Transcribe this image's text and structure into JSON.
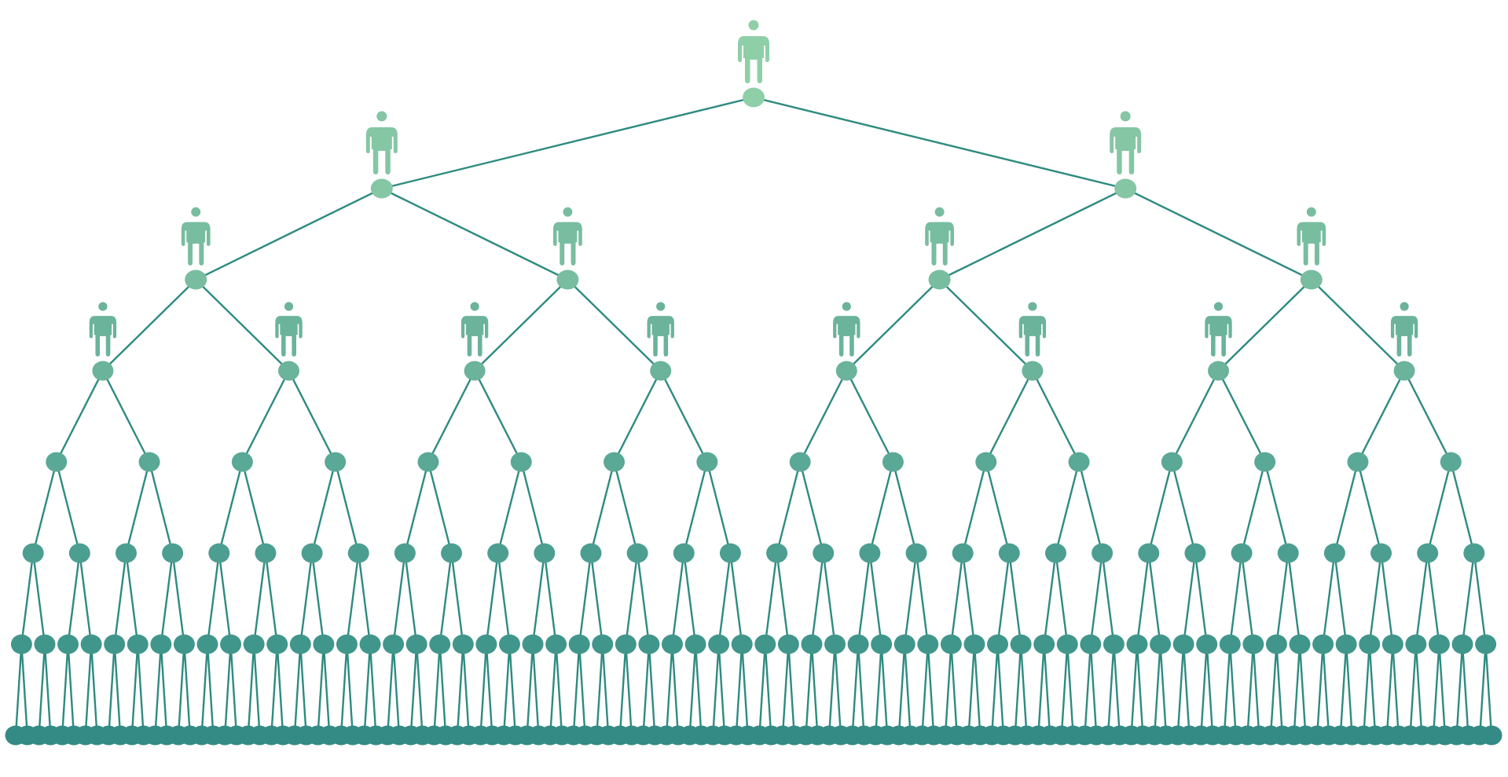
{
  "diagram": {
    "kind": "binary-hierarchy",
    "depth": 8,
    "levels_with_person_icons": 4,
    "icon": "person-icon",
    "colors": {
      "edge": "#2e8b80",
      "level_0": "#8fcfa8",
      "level_1": "#85c6a4",
      "level_2": "#79bda0",
      "level_3": "#6bb39b",
      "level_4": "#5aa896",
      "level_5": "#4c9e91",
      "level_6": "#41968c",
      "level_7": "#348a84",
      "background": "#ffffff"
    }
  }
}
